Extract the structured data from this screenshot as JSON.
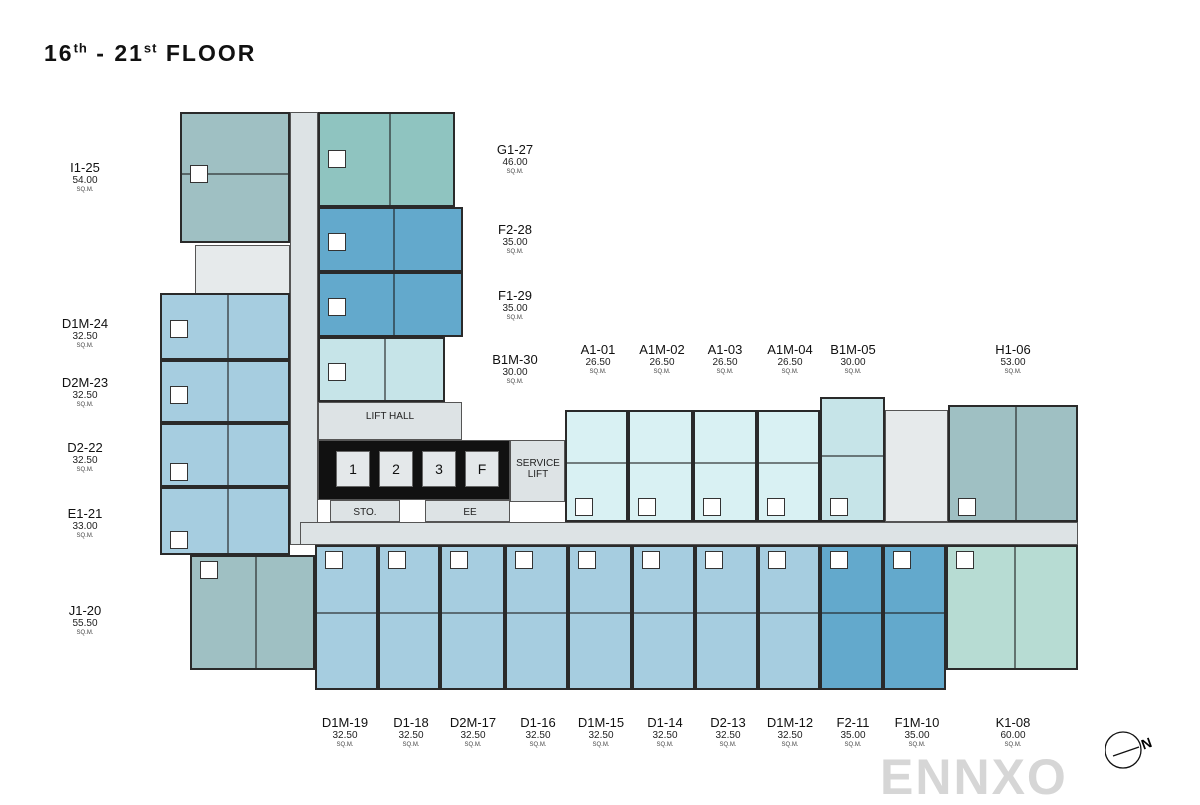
{
  "title": {
    "main1": "16",
    "sup1": "th",
    "mid": " - 21",
    "sup2": "st",
    "main2": " FLOOR"
  },
  "colors": {
    "teal_gray": "#9fc0c3",
    "teal": "#8fc4c0",
    "blue": "#63a9cc",
    "light_blue": "#a6cde0",
    "pale_cyan": "#d9f1f3",
    "pale_blue": "#c6e4e8",
    "mint": "#b7dcd3",
    "corridor": "#dde3e5"
  },
  "units": [
    {
      "id": "I1-25",
      "area": "54.00",
      "unit": "SQ.M."
    },
    {
      "id": "G1-27",
      "area": "46.00",
      "unit": "SQ.M."
    },
    {
      "id": "F2-28",
      "area": "35.00",
      "unit": "SQ.M."
    },
    {
      "id": "F1-29",
      "area": "35.00",
      "unit": "SQ.M."
    },
    {
      "id": "B1M-30",
      "area": "30.00",
      "unit": "SQ.M."
    },
    {
      "id": "D1M-24",
      "area": "32.50",
      "unit": "SQ.M."
    },
    {
      "id": "D2M-23",
      "area": "32.50",
      "unit": "SQ.M."
    },
    {
      "id": "D2-22",
      "area": "32.50",
      "unit": "SQ.M."
    },
    {
      "id": "E1-21",
      "area": "33.00",
      "unit": "SQ.M."
    },
    {
      "id": "J1-20",
      "area": "55.50",
      "unit": "SQ.M."
    },
    {
      "id": "A1-01",
      "area": "26.50",
      "unit": "SQ.M."
    },
    {
      "id": "A1M-02",
      "area": "26.50",
      "unit": "SQ.M."
    },
    {
      "id": "A1-03",
      "area": "26.50",
      "unit": "SQ.M."
    },
    {
      "id": "A1M-04",
      "area": "26.50",
      "unit": "SQ.M."
    },
    {
      "id": "B1M-05",
      "area": "30.00",
      "unit": "SQ.M."
    },
    {
      "id": "H1-06",
      "area": "53.00",
      "unit": "SQ.M."
    },
    {
      "id": "D1M-19",
      "area": "32.50",
      "unit": "SQ.M."
    },
    {
      "id": "D1-18",
      "area": "32.50",
      "unit": "SQ.M."
    },
    {
      "id": "D2M-17",
      "area": "32.50",
      "unit": "SQ.M."
    },
    {
      "id": "D1-16",
      "area": "32.50",
      "unit": "SQ.M."
    },
    {
      "id": "D1M-15",
      "area": "32.50",
      "unit": "SQ.M."
    },
    {
      "id": "D1-14",
      "area": "32.50",
      "unit": "SQ.M."
    },
    {
      "id": "D2-13",
      "area": "32.50",
      "unit": "SQ.M."
    },
    {
      "id": "D1M-12",
      "area": "32.50",
      "unit": "SQ.M."
    },
    {
      "id": "F2-11",
      "area": "35.00",
      "unit": "SQ.M."
    },
    {
      "id": "F1M-10",
      "area": "35.00",
      "unit": "SQ.M."
    },
    {
      "id": "K1-08",
      "area": "60.00",
      "unit": "SQ.M."
    }
  ],
  "core": {
    "lift_hall": "LIFT HALL",
    "lifts": [
      "1",
      "2",
      "3",
      "F"
    ],
    "service_lift": "SERVICE LIFT",
    "sto": "STO.",
    "ee": "EE"
  },
  "watermark": "ENNXO",
  "compass": {
    "icon": "north-arrow-icon",
    "letter": "N"
  }
}
